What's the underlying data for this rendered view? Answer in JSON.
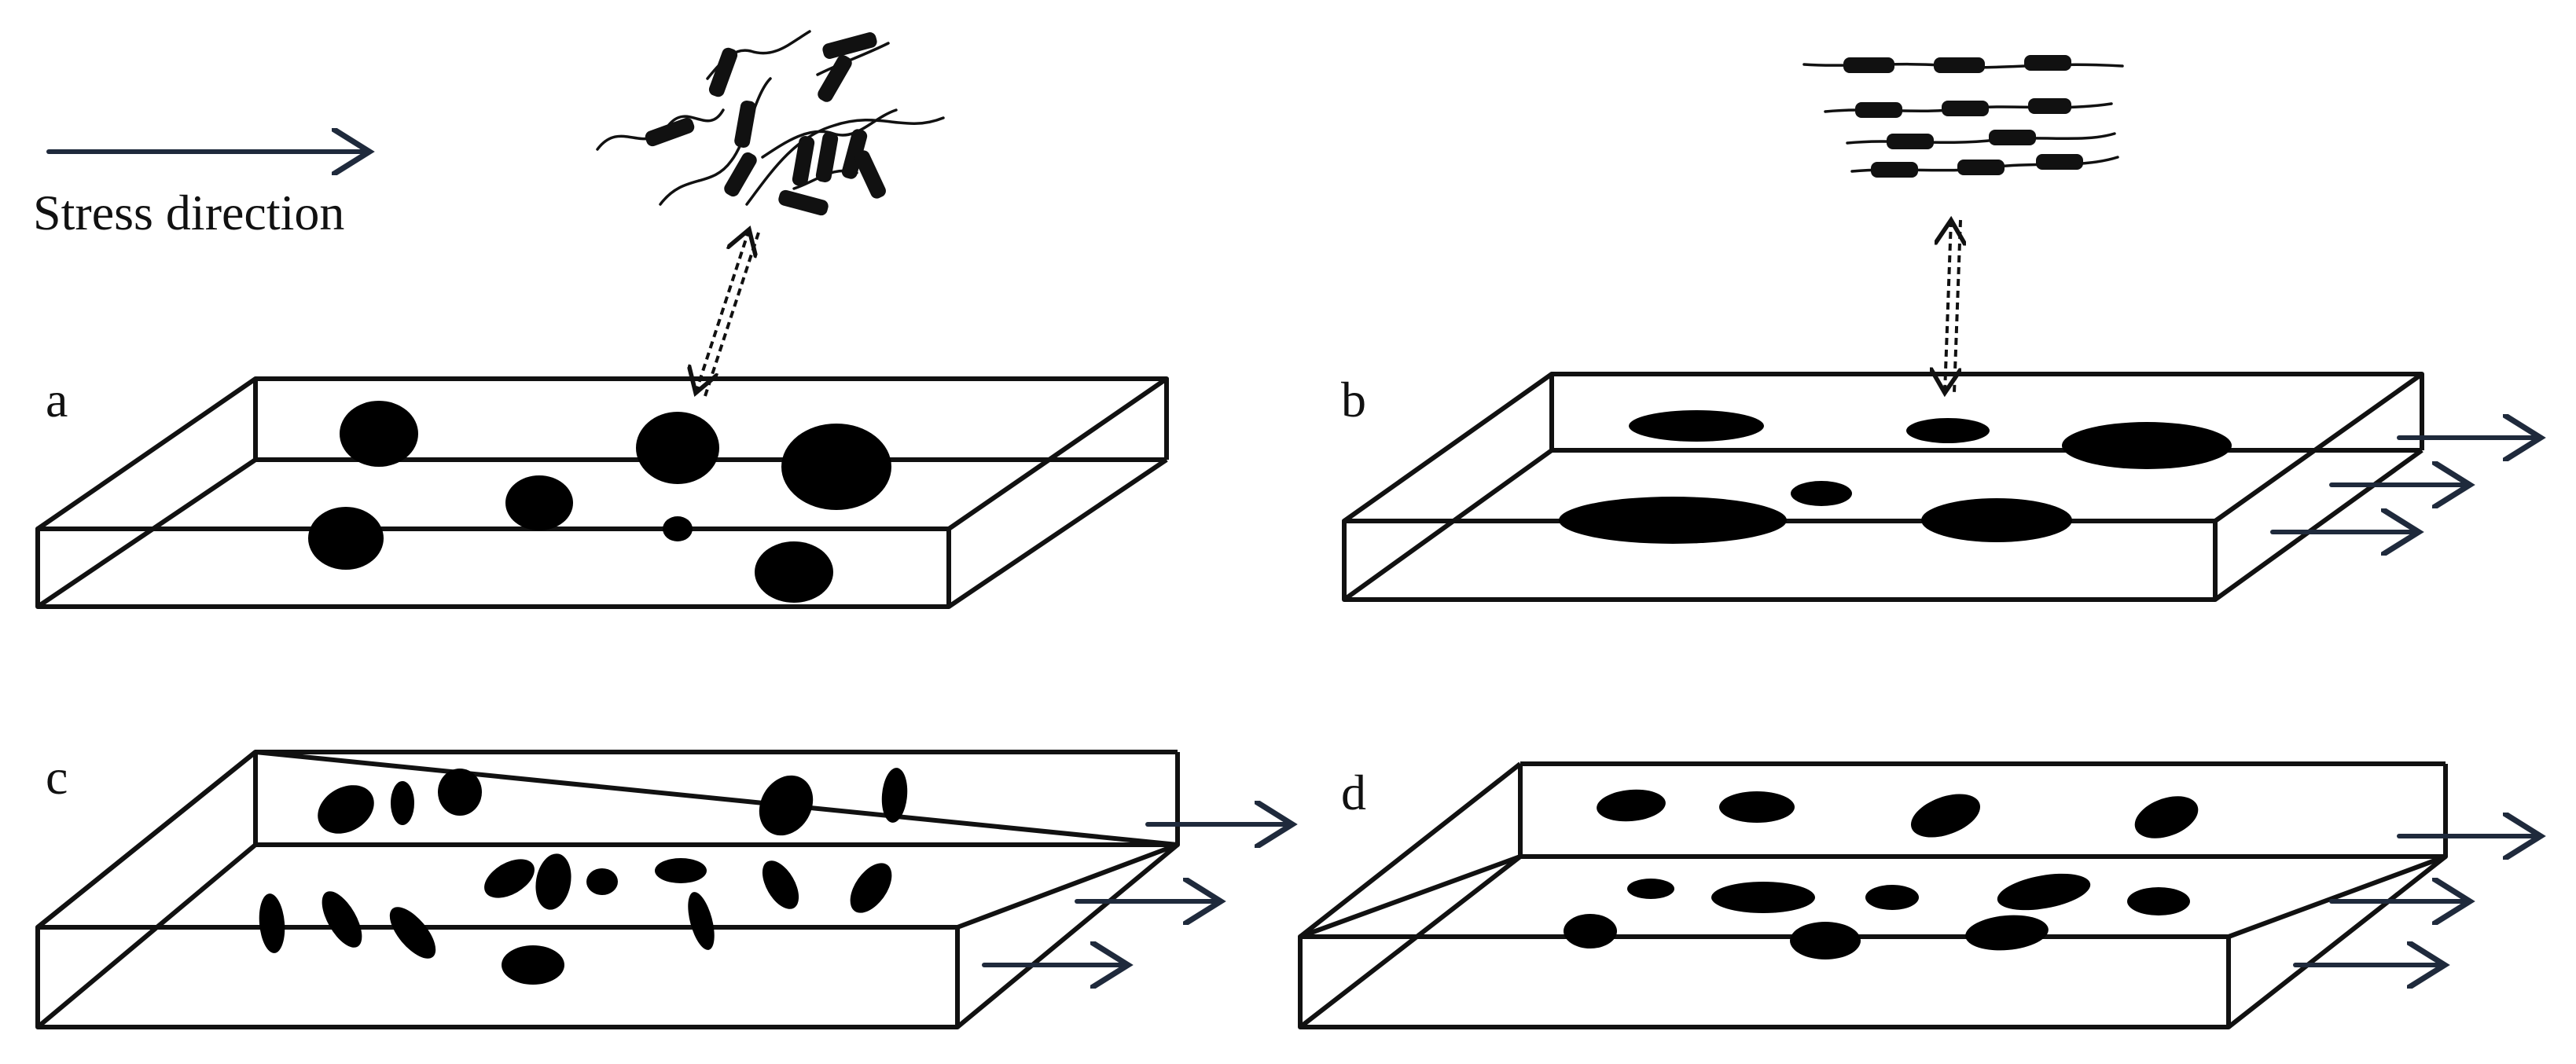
{
  "legend": {
    "label": "Stress direction"
  },
  "panels": [
    {
      "id": "a",
      "label": "a"
    },
    {
      "id": "b",
      "label": "b"
    },
    {
      "id": "c",
      "label": "c"
    },
    {
      "id": "d",
      "label": "d"
    }
  ],
  "colors": {
    "outline": "#111111",
    "particle": "#000000",
    "arrow": "#1f2a3c"
  }
}
